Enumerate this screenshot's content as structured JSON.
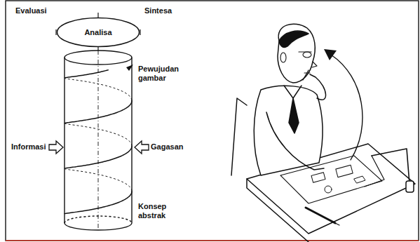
{
  "diagram": {
    "nodes": [
      {
        "text": [
          "Analisa"
        ]
      }
    ],
    "labels": [
      "Evaluasi",
      "Sintesa",
      "Pewujudan gambar",
      "Informasi",
      "Gagasan",
      "Konsep abstrak"
    ]
  }
}
